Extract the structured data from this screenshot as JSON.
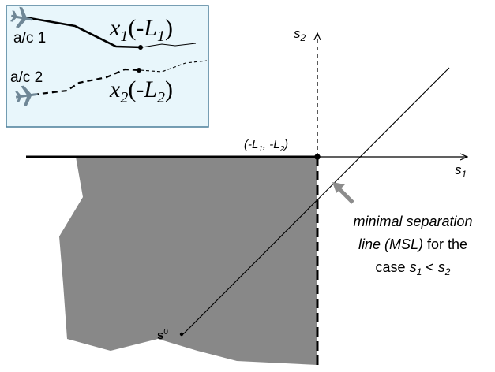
{
  "inset": {
    "aircraft1_label": "a/c 1",
    "aircraft2_label": "a/c 2",
    "x1": {
      "sym": "x",
      "sub": "1",
      "open": "(-",
      "L": "L",
      "Lsub": "1",
      "close": ")"
    },
    "x2": {
      "sym": "x",
      "sub": "2",
      "open": "(-",
      "L": "L",
      "Lsub": "2",
      "close": ")"
    },
    "icon_aircraft": "airplane-icon",
    "background": "#e8f6fb",
    "border": "#4a7f9a",
    "plane_color": "#6f8796"
  },
  "axes": {
    "s1": {
      "sym": "s",
      "sub": "1"
    },
    "s2": {
      "sym": "s",
      "sub": "2"
    }
  },
  "point": {
    "open": "(-L",
    "sub1": "1",
    "mid": ", -L",
    "sub2": "2",
    "close": ")"
  },
  "start_point": {
    "sym": "s",
    "sup": "0"
  },
  "msl_annotation": {
    "line1": "minimal separation",
    "line2_italic": "line (MSL)",
    "line2_rest": " for the",
    "line3_prefix": "case ",
    "s": "s",
    "sub1": "1",
    "op": " < ",
    "sub2": "2"
  },
  "colors": {
    "region": "#888888",
    "arrow": "#8c8c8c",
    "ink": "#000000"
  }
}
